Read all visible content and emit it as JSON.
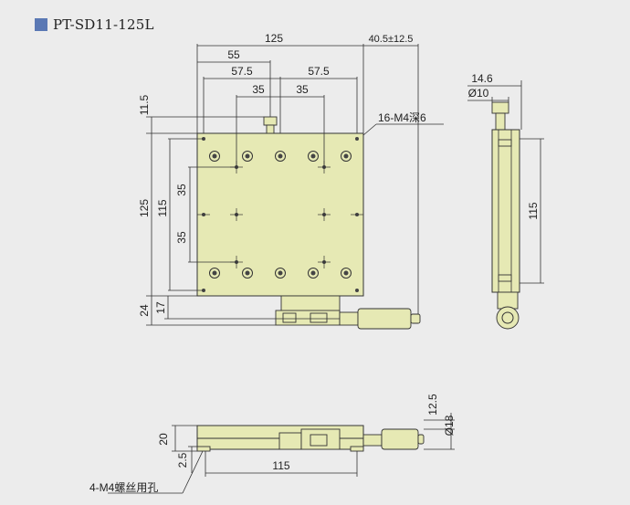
{
  "header": {
    "title": "PT-SD11-125L",
    "marker_color": "#5a78b4"
  },
  "colors": {
    "body_fill": "#e6e9b4",
    "line": "#333333",
    "background": "#ececec"
  },
  "top_view": {
    "dims": {
      "width_overall": "125",
      "micrometer_offset": "40.5±12.5",
      "span_55": "55",
      "span_575_left": "57.5",
      "span_575_right": "57.5",
      "span_35_left": "35",
      "span_35_right": "35",
      "height_115": "11.5",
      "height_125": "125",
      "height_115_inner": "115",
      "height_35_upper": "35",
      "height_35_lower": "35",
      "height_24": "24",
      "height_17": "17"
    },
    "callout": "16-M4深6"
  },
  "side_view": {
    "dims": {
      "width_146": "14.6",
      "diameter_10": "Ø10",
      "height_115": "115"
    }
  },
  "front_view": {
    "dims": {
      "height_20": "20",
      "height_25": "2.5",
      "width_115": "115",
      "height_125": "12.5",
      "diameter_18": "Ø18"
    },
    "callout": "4-M4螺丝用孔"
  }
}
